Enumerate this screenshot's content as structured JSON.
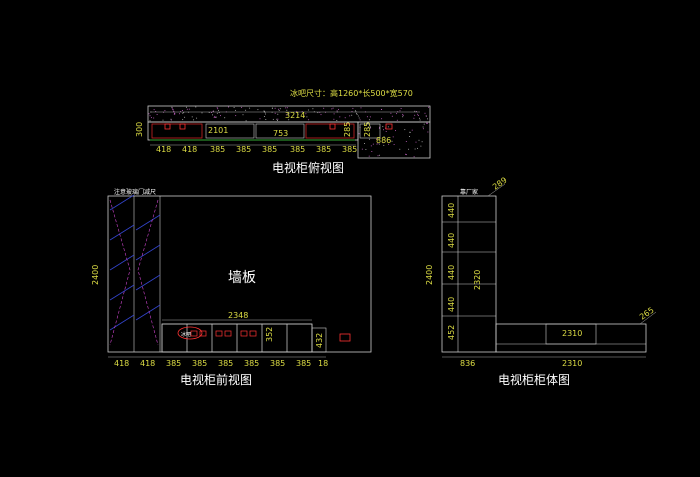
{
  "top_view": {
    "title": "电视柜俯视图",
    "fridge_note": "冰吧尺寸：高1260*长500*宽570",
    "total": "3214",
    "depth_left": "300",
    "depth_mid": "285",
    "depth_right": "285",
    "inner_a": "2101",
    "inner_b": "753",
    "right_len": "886",
    "bottom_dims": [
      "418",
      "418",
      "385",
      "385",
      "385",
      "385",
      "385",
      "385"
    ]
  },
  "front_view": {
    "title": "电视柜前视图",
    "note": "注意玻璃门减尺",
    "wall_label": "墙板",
    "height": "2400",
    "cabinet_len": "2348",
    "shelf_h": "352",
    "base_h": "432",
    "small_label": "冰吧",
    "bottom_dims": [
      "418",
      "418",
      "385",
      "385",
      "385",
      "385",
      "385",
      "385",
      "18"
    ]
  },
  "body_view": {
    "title": "电视柜柜体图",
    "note": "靠厂家",
    "height": "2400",
    "inner_height": "2320",
    "shelf_dims": [
      "440",
      "440",
      "440",
      "440",
      "452"
    ],
    "top_depth": "289",
    "side_depth": "265",
    "base_len": "2310",
    "bottom_left": "836",
    "bottom_total": "2310"
  }
}
